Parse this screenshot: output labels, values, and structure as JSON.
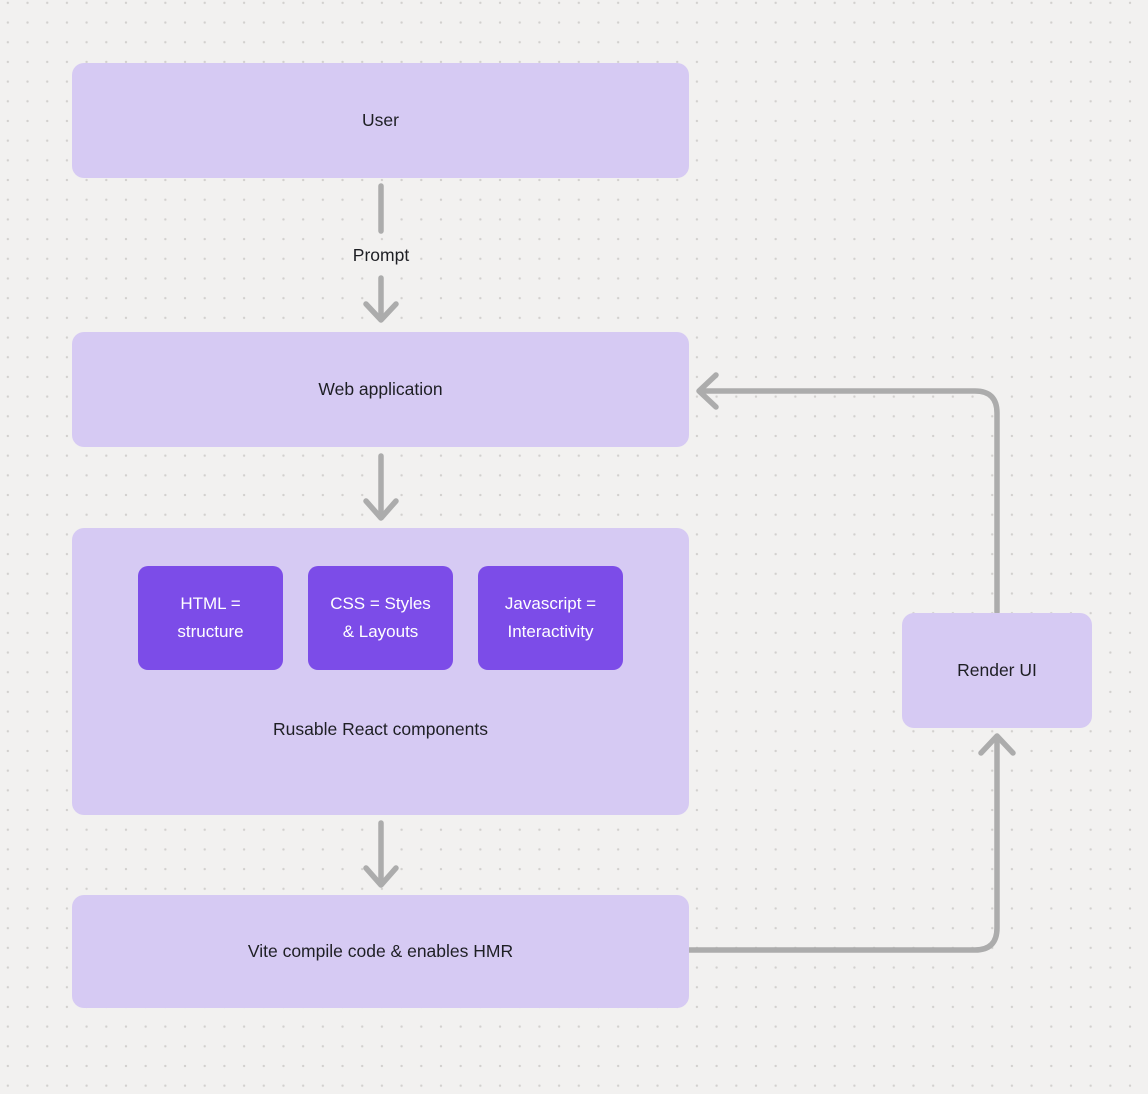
{
  "diagram": {
    "background_color": "#f2f1f0",
    "dot_color": "#d2d0ce",
    "node_fill": "#d6caf3",
    "chip_fill": "#7c4ce8",
    "arrow_color": "#acacac",
    "text_dark": "#1e1f24",
    "text_light": "#ffffff"
  },
  "nodes": {
    "user": {
      "label": "User"
    },
    "web_application": {
      "label": "Web application"
    },
    "components_group": {
      "caption": "Rusable React components",
      "chips": [
        {
          "label": "HTML =\nstructure"
        },
        {
          "label": "CSS = Styles\n& Layouts"
        },
        {
          "label": "Javascript =\nInteractivity"
        }
      ]
    },
    "vite": {
      "label": "Vite compile code & enables HMR"
    },
    "render_ui": {
      "label": "Render UI"
    }
  },
  "edges": {
    "user_to_webapp_label": "Prompt"
  }
}
